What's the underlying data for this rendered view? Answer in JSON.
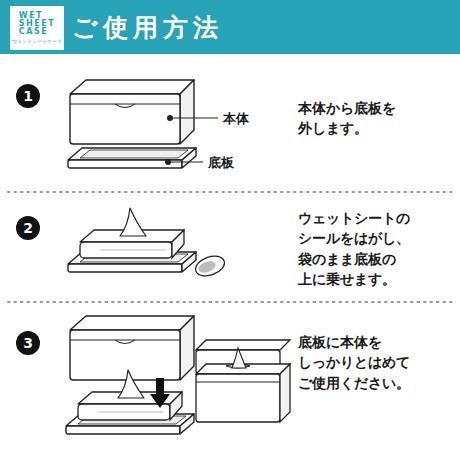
{
  "diagram": {
    "title": "ご使用方法",
    "nodes": [
      {
        "text": [
          "WET SHEET CASE",
          "ウェットシートケース"
        ]
      },
      {
        "text": [
          "1"
        ]
      },
      {
        "text": [
          "2"
        ]
      },
      {
        "text": [
          "3"
        ]
      }
    ],
    "labels": [
      "本体",
      "底板",
      "本体から底板を 外します。",
      "ウェットシートの シールをはがし、 袋のまま底板の 上に乗せます。",
      "底板に本体を しっかりとはめて ご使用ください。"
    ]
  }
}
